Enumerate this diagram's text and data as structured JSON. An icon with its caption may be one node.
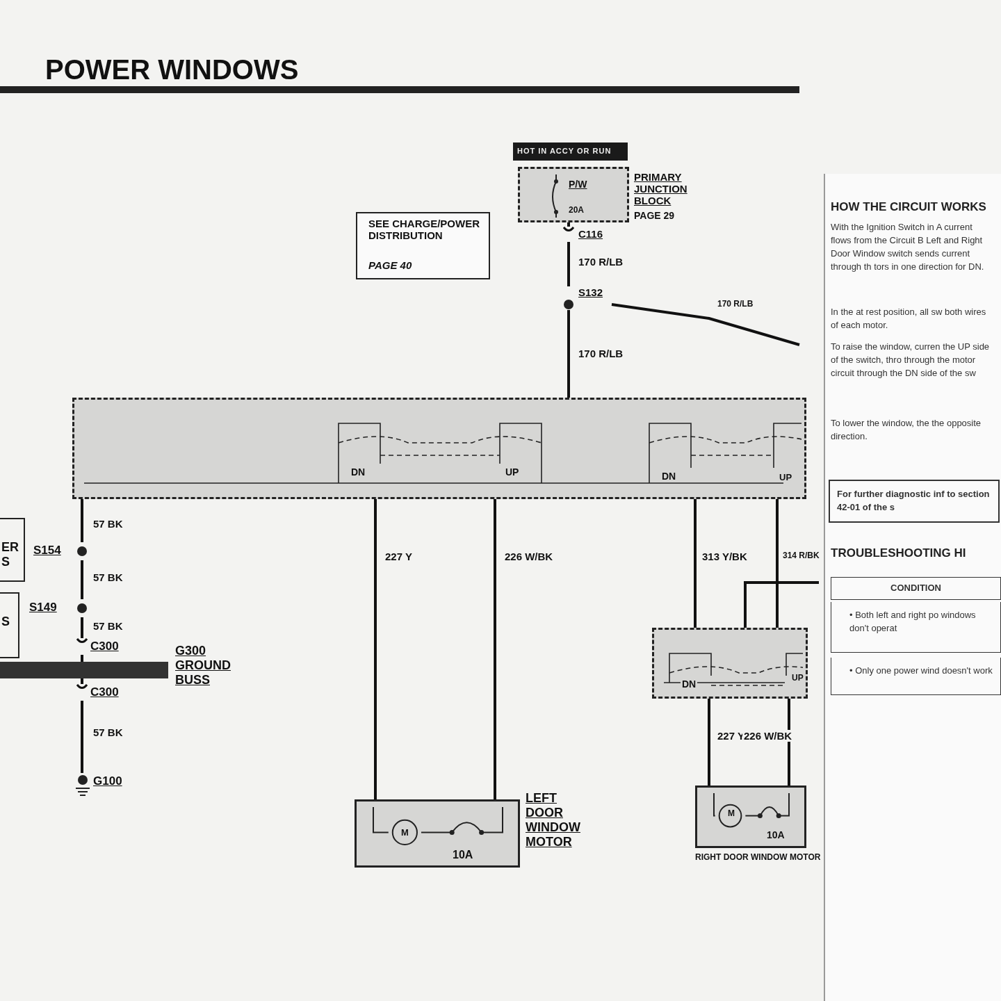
{
  "diagram": {
    "title": "POWER WINDOWS",
    "nodes": [
      {
        "text": [
          "P/W",
          "20A"
        ],
        "beside": [
          "PRIMARY JUNCTION BLOCK",
          "PAGE 29"
        ]
      },
      {
        "text": [
          "SEE CHARGE/POWER DISTRIBUTION",
          "PAGE 40"
        ]
      },
      {
        "text": [
          "C116"
        ]
      },
      {
        "text": [
          "S132"
        ]
      },
      {
        "text": [
          "DN",
          "UP",
          "DN",
          "UP"
        ]
      },
      {
        "text": [
          "S154"
        ]
      },
      {
        "text": [
          "S149"
        ]
      },
      {
        "text": [
          "C300"
        ]
      },
      {
        "text": [],
        "shape": "bar",
        "beside": [
          "G300 GROUND BUSS"
        ]
      },
      {
        "text": [
          "C300"
        ]
      },
      {
        "text": [
          "G100"
        ]
      },
      {
        "text": [
          "M",
          "10A"
        ],
        "beside": [
          "LEFT DOOR WINDOW MOTOR"
        ]
      },
      {
        "text": [
          "DN",
          "UP"
        ]
      },
      {
        "text": [
          "M",
          "10A"
        ],
        "beside": [
          "RIGHT DOOR WINDOW MOTOR"
        ]
      },
      {
        "text": [
          "ER S"
        ]
      },
      {
        "text": [
          "S"
        ]
      }
    ],
    "edges": [
      {
        "from": 0,
        "to": 2,
        "arrow": "none"
      },
      {
        "from": 2,
        "to": 3,
        "arrow": "none",
        "label": "170 R/LB"
      },
      {
        "from": 3,
        "to": 4,
        "arrow": "none",
        "label": "170 R/LB"
      },
      {
        "from": 3,
        "to": null,
        "arrow": "none",
        "label": "170 R/LB"
      },
      {
        "from": 4,
        "to": 5,
        "arrow": "none",
        "label": "57 BK"
      },
      {
        "from": 5,
        "to": 6,
        "arrow": "none",
        "label": "57 BK"
      },
      {
        "from": 6,
        "to": 7,
        "arrow": "none",
        "label": "57 BK"
      },
      {
        "from": 7,
        "to": 8,
        "arrow": "none"
      },
      {
        "from": 8,
        "to": 9,
        "arrow": "none"
      },
      {
        "from": 9,
        "to": 10,
        "arrow": "none",
        "label": "57 BK"
      },
      {
        "from": 4,
        "to": 11,
        "arrow": "none",
        "label": "227 Y"
      },
      {
        "from": 4,
        "to": 11,
        "arrow": "none",
        "label": "226 W/BK"
      },
      {
        "from": 4,
        "to": 12,
        "arrow": "none",
        "label": "313 Y/BK"
      },
      {
        "from": 4,
        "to": 12,
        "arrow": "none",
        "label": "314 R/BK"
      },
      {
        "from": 12,
        "to": null,
        "arrow": "none"
      },
      {
        "from": 12,
        "to": 13,
        "arrow": "none",
        "label": "227 Y"
      },
      {
        "from": 12,
        "to": 13,
        "arrow": "none",
        "label": "226 W/BK"
      }
    ],
    "labels": [
      "HOT IN ACCY OR RUN",
      "HOW THE CIRCUIT WORKS",
      "With the Ignition Switch in A current flows from the Circuit B Left and Right Door Window switch sends current through th tors in one direction for DN.",
      "In the at rest position, all sw both wires of each motor.",
      "To raise the window, curren the UP side of the switch, thro through the motor circuit through the DN side of the sw",
      "To lower the window, the the opposite direction.",
      "For further diagnostic inf to section 42-01 of the s",
      "TROUBLESHOOTING HI",
      "CONDITION",
      "• Both left and right po windows don't operat",
      "• Only one power wind doesn't work"
    ]
  }
}
